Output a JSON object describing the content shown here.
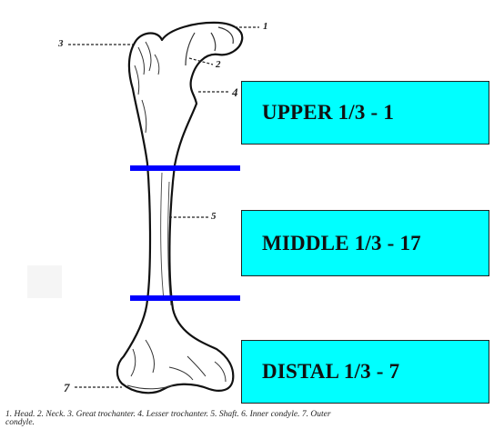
{
  "regions": {
    "upper": "UPPER 1/3 - 1",
    "middle": "MIDDLE 1/3 - 17",
    "distal": "DISTAL 1/3 - 7"
  },
  "labels": {
    "head": "1",
    "neck": "2",
    "great_trochanter": "3",
    "lesser_trochanter": "4",
    "shaft": "5",
    "outer_condyle": "7"
  },
  "caption": "1. Head. 2. Neck. 3. Great trochanter. 4. Lesser trochanter. 5. Shaft. 6. Inner condyle. 7. Outer condyle.",
  "colors": {
    "box": "#00ffff",
    "divider": "#0000ff"
  }
}
